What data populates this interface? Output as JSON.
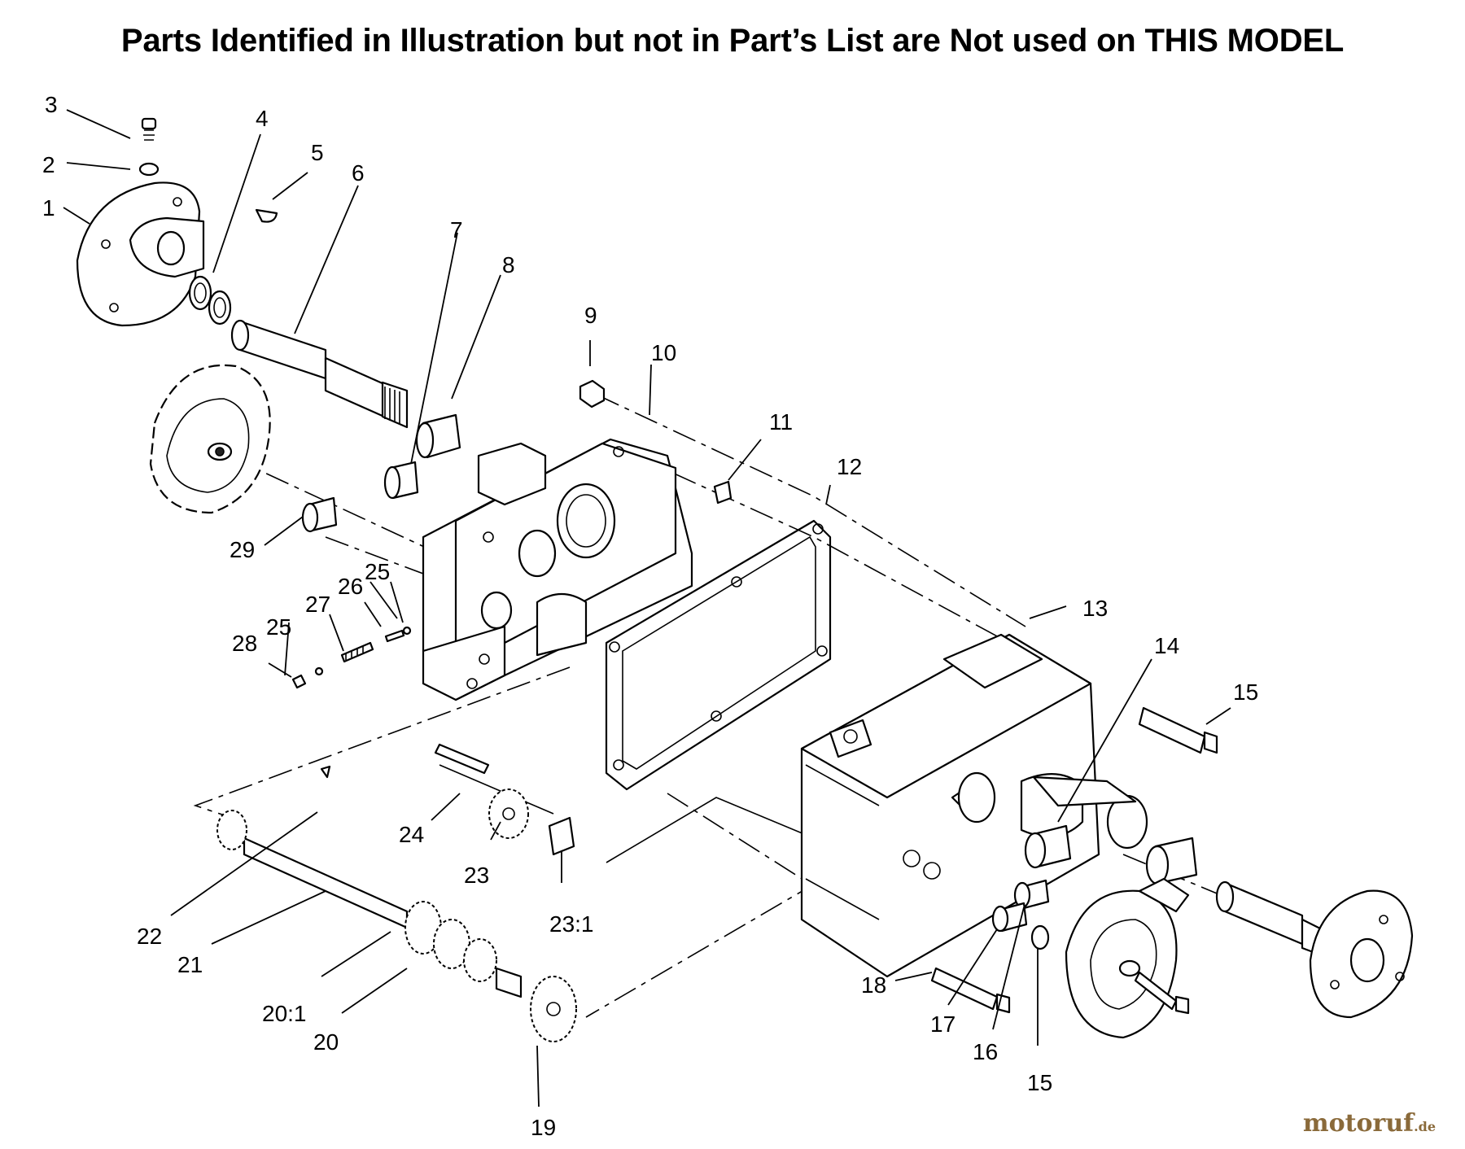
{
  "title": "Parts Identified in Illustration but not in Part’s List are Not used on THIS MODEL",
  "callouts": [
    "1",
    "2",
    "3",
    "4",
    "5",
    "6",
    "7",
    "8",
    "9",
    "10",
    "11",
    "12",
    "13",
    "14",
    "15",
    "15",
    "16",
    "17",
    "18",
    "19",
    "20",
    "20:1",
    "21",
    "22",
    "23",
    "23:1",
    "24",
    "25",
    "25",
    "26",
    "27",
    "28",
    "29"
  ],
  "watermark": {
    "name": "motoruf",
    "tld": ".de",
    "color": "#8a6a3a"
  }
}
